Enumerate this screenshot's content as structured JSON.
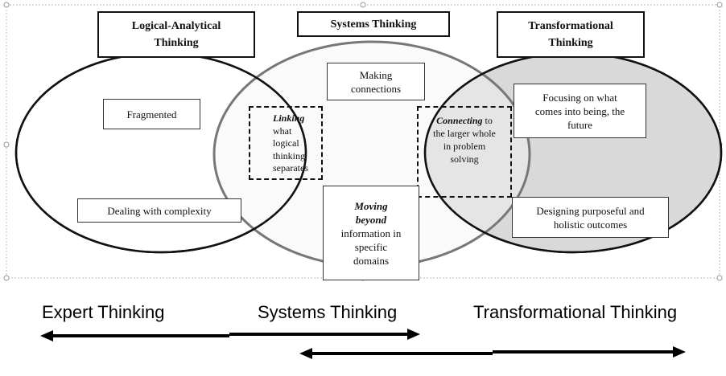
{
  "titles": {
    "logical": [
      "Logical-Analytical",
      "Thinking"
    ],
    "systems": "Systems Thinking",
    "transformational": [
      "Transformational",
      "Thinking"
    ]
  },
  "boxes": {
    "fragmented": "Fragmented",
    "complexity": "Dealing with complexity",
    "connections": [
      "Making",
      "connections"
    ],
    "linking": {
      "em": "Linking",
      "rest": [
        "what",
        "logical",
        "thinking",
        "separates"
      ]
    },
    "connecting": {
      "em": "Connecting",
      "rest_first": " to",
      "rest": [
        "the larger whole",
        "in problem",
        "solving"
      ]
    },
    "moving": {
      "em": [
        "Moving",
        "beyond"
      ],
      "rest": [
        "information in",
        "specific",
        "domains"
      ]
    },
    "focusing": [
      "Focusing on what",
      "comes into being, the",
      "future"
    ],
    "designing": [
      "Designing purposeful and",
      "holistic outcomes"
    ]
  },
  "scale": {
    "expert": "Expert Thinking",
    "systems": "Systems Thinking",
    "transformational": "Transformational Thinking"
  },
  "colors": {
    "left_circle": "#ffffff",
    "middle_circle": "#f2f2f2",
    "right_circle": "#d9d9d9",
    "outline": "#111111",
    "middle_outline": "#777777"
  }
}
